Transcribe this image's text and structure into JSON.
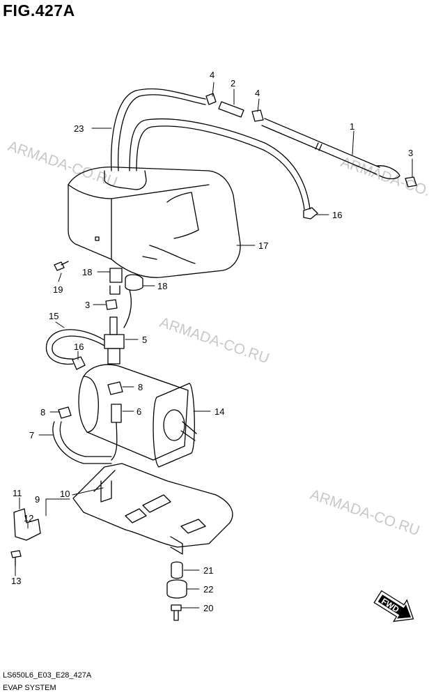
{
  "figure": {
    "title": "FIG.427A",
    "code": "LS650L6_E03_E28_427A",
    "name": "EVAP SYSTEM"
  },
  "watermark": {
    "text": "ARMADA-CO.RU",
    "color": "#c8c8c8"
  },
  "direction_arrow": {
    "label": "FWD"
  },
  "callouts": {
    "c1": "1",
    "c2": "2",
    "c3a": "3",
    "c3b": "3",
    "c4a": "4",
    "c4b": "4",
    "c5": "5",
    "c6": "6",
    "c7": "7",
    "c8a": "8",
    "c8b": "8",
    "c9": "9",
    "c10": "10",
    "c11": "11",
    "c12": "12",
    "c13": "13",
    "c14": "14",
    "c15": "15",
    "c16a": "16",
    "c16b": "16",
    "c17": "17",
    "c18a": "18",
    "c18b": "18",
    "c19": "19",
    "c20": "20",
    "c21": "21",
    "c22": "22",
    "c23": "23"
  },
  "colors": {
    "line": "#000000",
    "background": "#ffffff"
  }
}
